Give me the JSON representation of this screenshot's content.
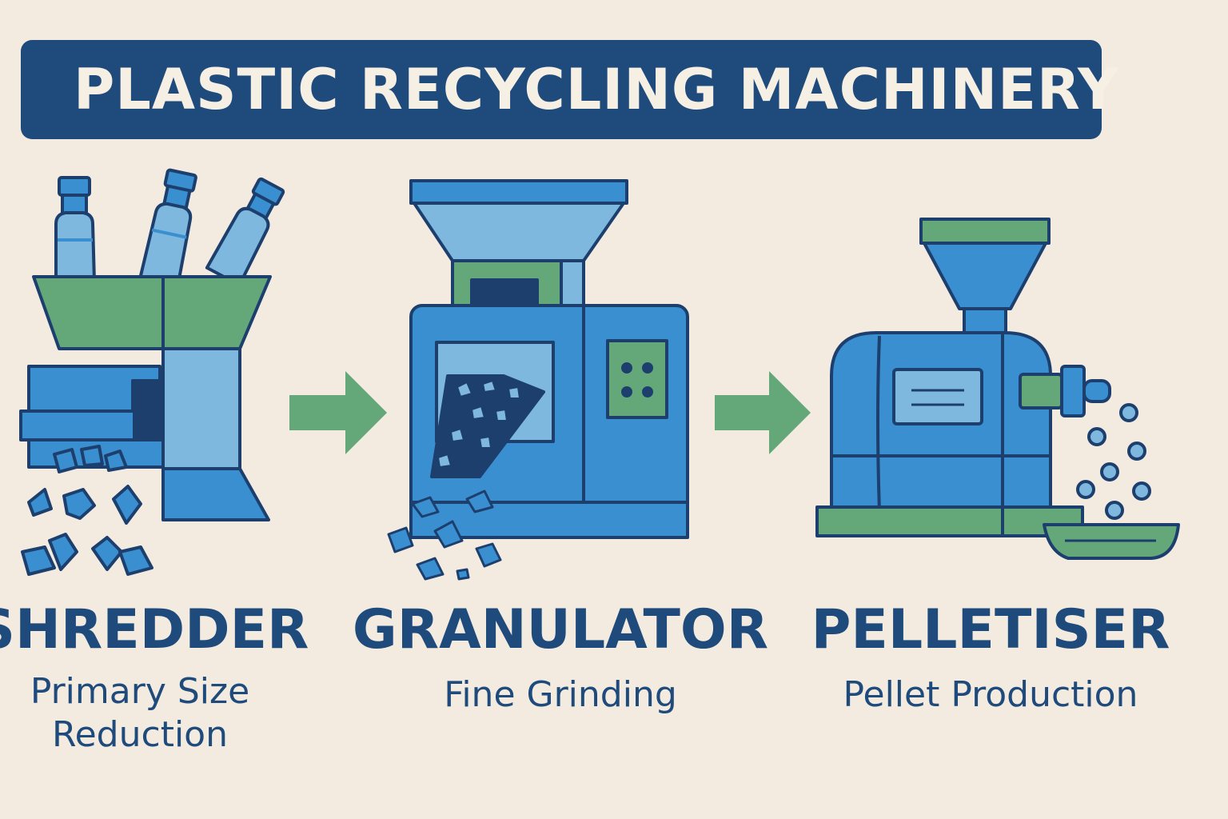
{
  "title": "PLASTIC RECYCLING MACHINERY",
  "stages": [
    {
      "name": "SHREDDER",
      "description_lines": [
        "Primary Size",
        "Reduction"
      ]
    },
    {
      "name": "GRANULATOR",
      "description_lines": [
        "Fine Grinding"
      ]
    },
    {
      "name": "PELLETISER",
      "description_lines": [
        "Pellet Production"
      ]
    }
  ],
  "colors": {
    "background": "#f3ebdf",
    "navy": "#1f4a7c",
    "machine_blue": "#3a8fd0",
    "light_blue": "#7fb8de",
    "green": "#64a87a",
    "outline": "#1d3f6e"
  },
  "icons": [
    "plastic-bottle-icon",
    "arrow-right-icon",
    "shredder-machine-icon",
    "granulator-machine-icon",
    "pelletiser-machine-icon"
  ]
}
